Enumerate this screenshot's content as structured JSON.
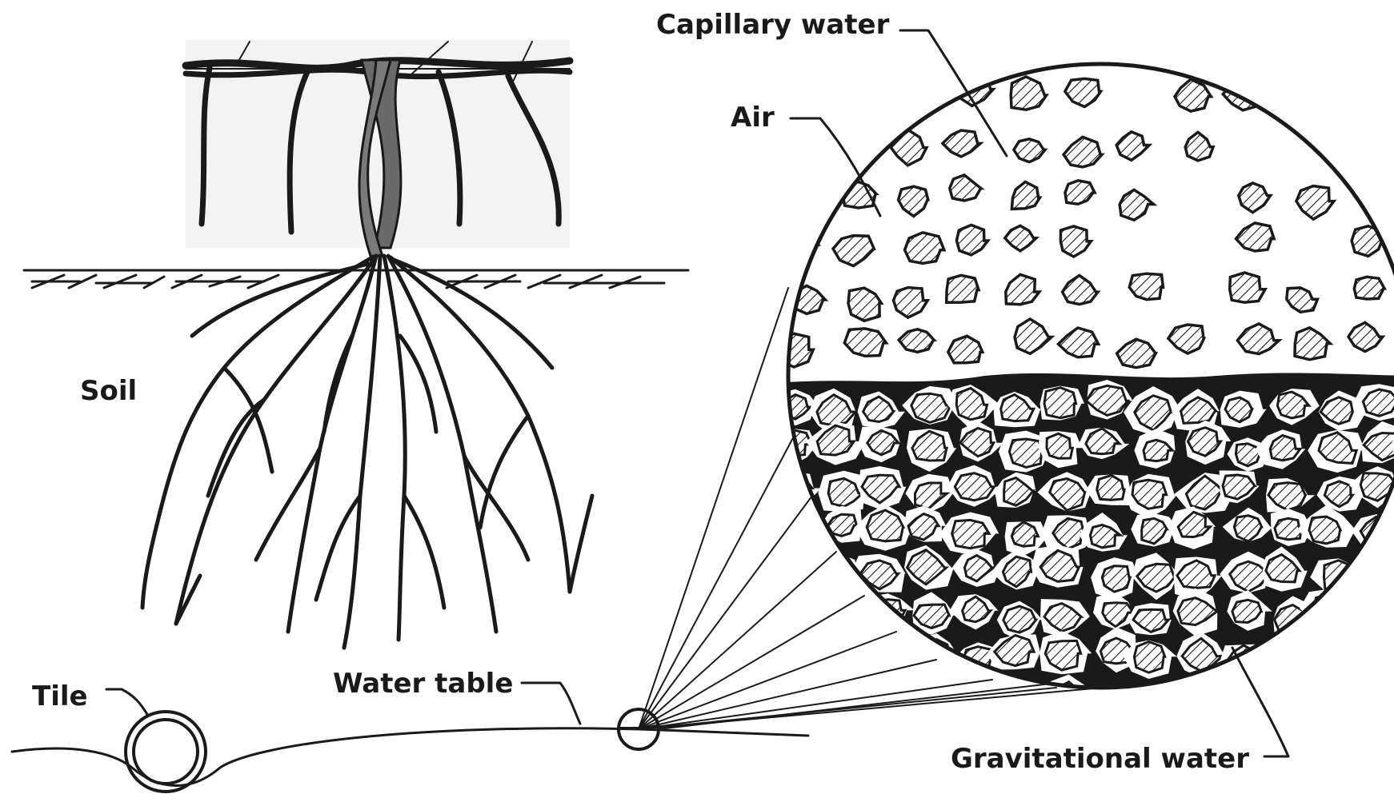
{
  "labels": {
    "capillary_water": "Capillary water",
    "air": "Air",
    "soil": "Soil",
    "tile": "Tile",
    "water_table": "Water table",
    "gravitational_water": "Gravitational water"
  },
  "colors": {
    "ink": "#1a1a1a",
    "paper": "#ffffff",
    "trellis": "#3a3a3a"
  }
}
